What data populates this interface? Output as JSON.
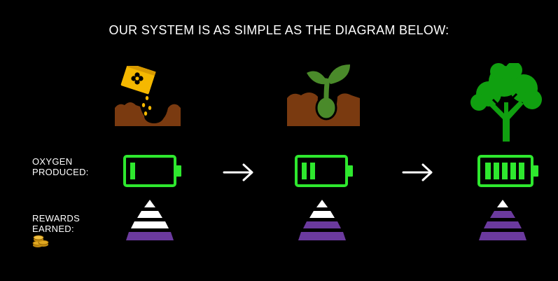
{
  "title": "OUR SYSTEM IS AS SIMPLE AS THE DIAGRAM BELOW:",
  "rows": {
    "oxygen_label_line1": "OXYGEN",
    "oxygen_label_line2": "PRODUCED:",
    "rewards_label_line1": "REWARDS",
    "rewards_label_line2": "EARNED:"
  },
  "stages": [
    {
      "icon": "seed-planting-icon",
      "battery_bars": 1,
      "reward_purple_layers": 1
    },
    {
      "icon": "sprout-icon",
      "battery_bars": 2,
      "reward_purple_layers": 2
    },
    {
      "icon": "tree-icon",
      "battery_bars": 5,
      "reward_purple_layers": 3
    }
  ],
  "colors": {
    "background": "#000000",
    "battery_green": "#2ee82e",
    "pyramid_purple": "#6b3a9e",
    "pyramid_white": "#ffffff",
    "soil_brown": "#7a3a10",
    "seed_bag_yellow": "#f5b800",
    "sprout_green": "#4a8a2a",
    "tree_green": "#10a010",
    "coin_gold": "#e0a820"
  }
}
